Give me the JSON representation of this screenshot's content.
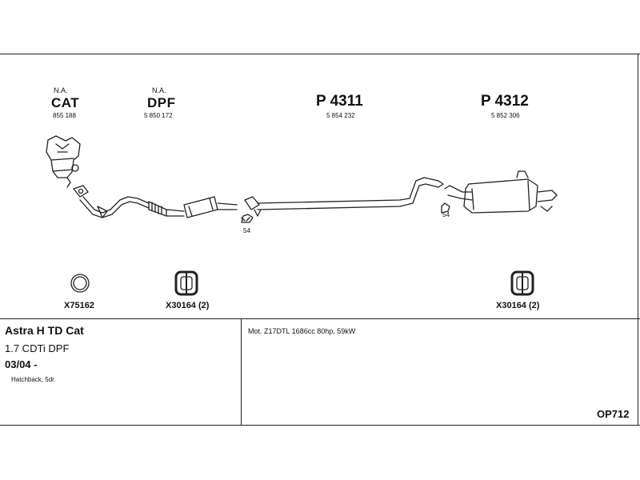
{
  "components": {
    "cat": {
      "status": "N.A.",
      "code": "CAT",
      "number": "855 188"
    },
    "dpf": {
      "status": "N.A.",
      "code": "DPF",
      "number": "5 850 172"
    },
    "p4311": {
      "code": "P 4311",
      "number": "5 854 232"
    },
    "p4312": {
      "code": "P 4312",
      "number": "5 852 306"
    }
  },
  "clamp_refs": [
    "54",
    "54"
  ],
  "accessories": [
    {
      "code": "X75162",
      "icon": "ring-gasket-icon"
    },
    {
      "code": "X30164 (2)",
      "icon": "rubber-hanger-icon"
    },
    {
      "code": "X30164 (2)",
      "icon": "rubber-hanger-icon"
    }
  ],
  "vehicle": {
    "model": "Astra H TD Cat",
    "engine_variant": "1.7 CDTi DPF",
    "date": "03/04 -",
    "body": "Hatchback, 5dr."
  },
  "engine_info": "Mot. Z17DTL 1686cc 80hp, 59kW",
  "document_code": "OP712"
}
